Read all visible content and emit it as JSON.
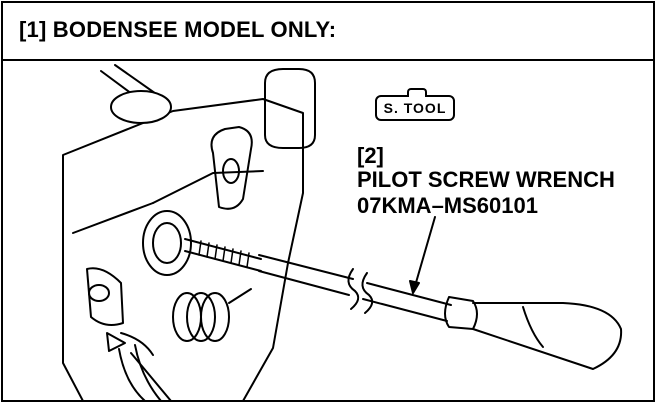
{
  "header": {
    "title": "[1] BODENSEE MODEL ONLY:"
  },
  "tool": {
    "badge": "S. TOOL",
    "callout_number": "[2]",
    "name": "PILOT SCREW WRENCH",
    "part_number": "07KMA–MS60101"
  }
}
